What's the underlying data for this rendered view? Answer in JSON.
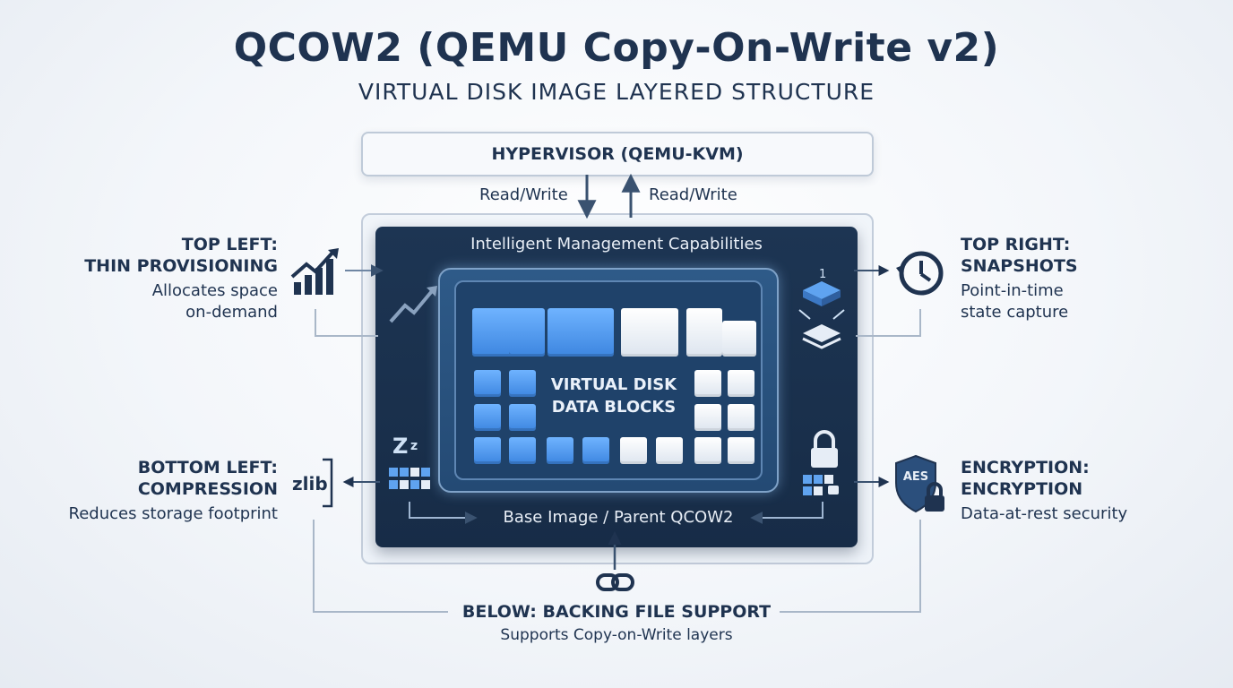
{
  "title": "QCOW2 (QEMU Copy-On-Write v2)",
  "subtitle": "VIRTUAL DISK IMAGE LAYERED STRUCTURE",
  "hypervisor": {
    "label": "HYPERVISOR (QEMU-KVM)"
  },
  "io": {
    "left_label": "Read/Write",
    "right_label": "Read/Write"
  },
  "panel": {
    "title": "Intelligent Management Capabilities"
  },
  "core": {
    "line1": "VIRTUAL DISK",
    "line2": "DATA BLOCKS"
  },
  "base": {
    "label": "Base Image / Parent QCOW2"
  },
  "features": {
    "top_left": {
      "heading1": "TOP LEFT:",
      "heading2": "THIN PROVISIONING",
      "desc1": "Allocates space",
      "desc2": "on-demand"
    },
    "top_right": {
      "heading1": "TOP RIGHT:",
      "heading2": "SNAPSHOTS",
      "desc1": "Point-in-time",
      "desc2": "state capture"
    },
    "bottom_left": {
      "heading1": "BOTTOM LEFT:",
      "heading2": "COMPRESSION",
      "desc1": "Reduces storage footprint",
      "badge": "zlib"
    },
    "bottom_right": {
      "heading1": "ENCRYPTION:",
      "heading2": "ENCRYPTION",
      "desc1": "Data-at-rest security",
      "badge": "AES"
    },
    "below": {
      "heading": "BELOW: BACKING FILE SUPPORT",
      "desc": "Supports Copy-on-Write layers"
    }
  },
  "icons": {
    "growth": "bar-chart-growth-icon",
    "snapshot": "clock-history-icon",
    "compression": "zip-compress-icon",
    "encryption": "shield-lock-icon",
    "link": "chain-link-icon",
    "layers": "stacked-layers-icon"
  },
  "colors": {
    "navy": "#1f3350",
    "panel": "#1d3553",
    "block_blue": "#4a90e8",
    "block_white": "#eef2f7"
  }
}
